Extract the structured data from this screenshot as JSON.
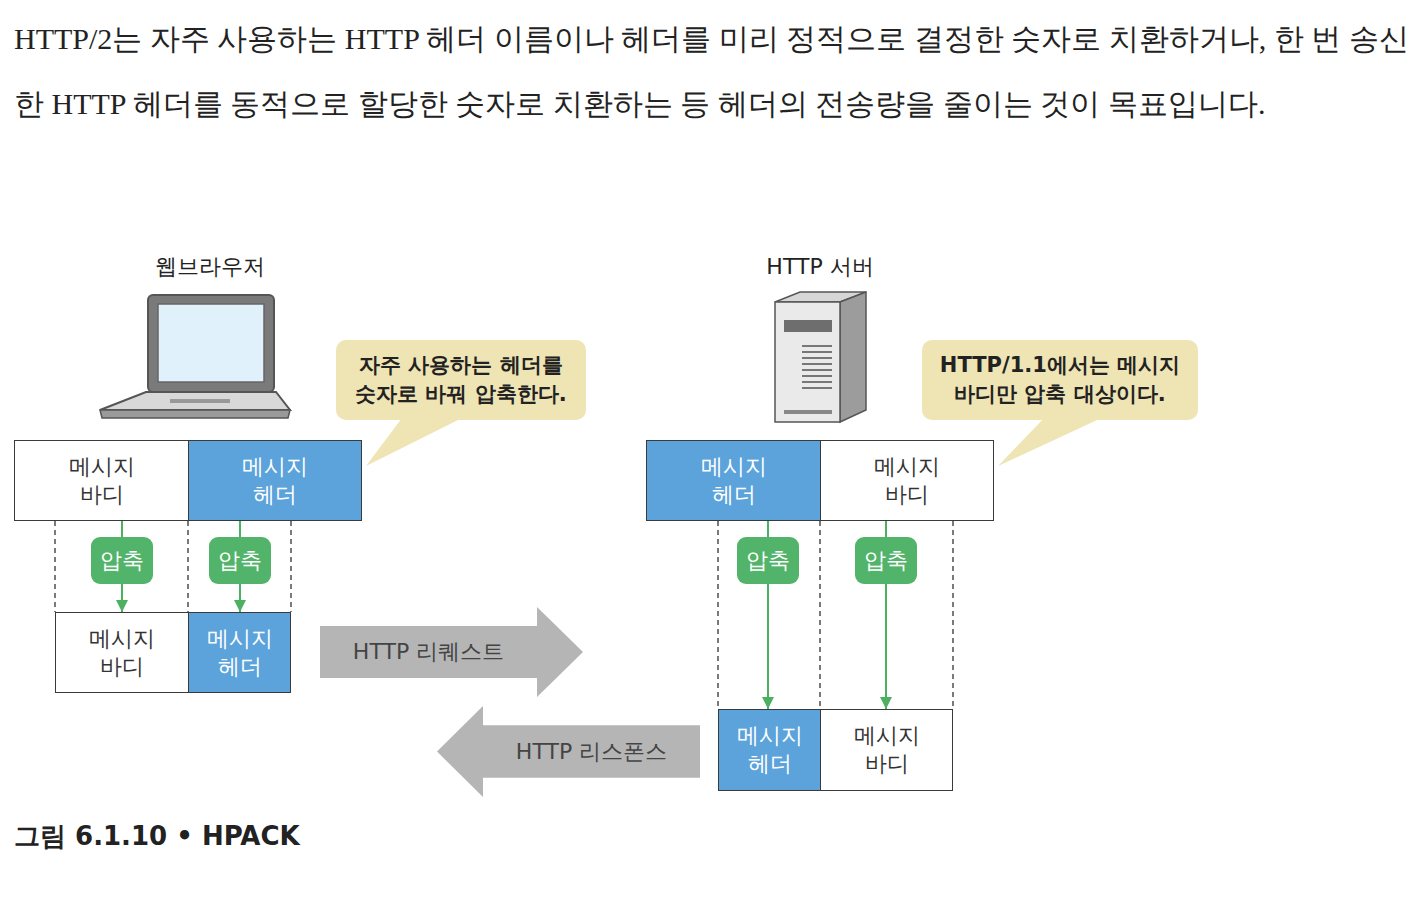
{
  "diagram": {
    "caption": "그림 6.1.10 • HPACK",
    "nodes": [
      {
        "text": [
          "자주 사용하는 헤더를 숫자로 바꿔 압축한다."
        ]
      },
      {
        "text": [
          "HTTP/1.1에서는 메시지 바디만 압축 대상이다."
        ]
      },
      {
        "text": [
          "메시지 바디"
        ]
      },
      {
        "text": [
          "메시지 헤더"
        ]
      },
      {
        "text": [
          "메시지 헤더"
        ]
      },
      {
        "text": [
          "메시지 바디"
        ]
      },
      {
        "text": [
          "압축"
        ]
      },
      {
        "text": [
          "압축"
        ]
      },
      {
        "text": [
          "압축"
        ]
      },
      {
        "text": [
          "압축"
        ]
      },
      {
        "text": [
          "메시지 바디"
        ]
      },
      {
        "text": [
          "메시지 헤더"
        ]
      },
      {
        "text": [
          "HTTP 리퀘스트"
        ]
      },
      {
        "text": [
          "메시지 헤더"
        ]
      },
      {
        "text": [
          "메시지 바디"
        ]
      },
      {
        "text": [
          "HTTP 리스폰스"
        ]
      }
    ],
    "edges": [
      {
        "from": 2,
        "to": 6,
        "arrow": "none"
      },
      {
        "from": 6,
        "to": 10,
        "arrow": "to"
      },
      {
        "from": 3,
        "to": 7,
        "arrow": "none"
      },
      {
        "from": 7,
        "to": 11,
        "arrow": "to"
      },
      {
        "from": 4,
        "to": 8,
        "arrow": "none"
      },
      {
        "from": 8,
        "to": 13,
        "arrow": "to"
      },
      {
        "from": 5,
        "to": 9,
        "arrow": "none"
      },
      {
        "from": 9,
        "to": 14,
        "arrow": "to"
      }
    ],
    "labels": [
      "HTTP/2는 자주 사용하는 HTTP 헤더 이름이나 헤더를 미리 정적으로 결정한 숫자로 치환하거나, 한 번 송신한 HTTP 헤더를 동적으로 할당한 숫자로 치환하는 등 헤더의 전송량을 줄이는 것이 목표입니다.",
      "웹브라우저",
      "HTTP 서버"
    ]
  }
}
